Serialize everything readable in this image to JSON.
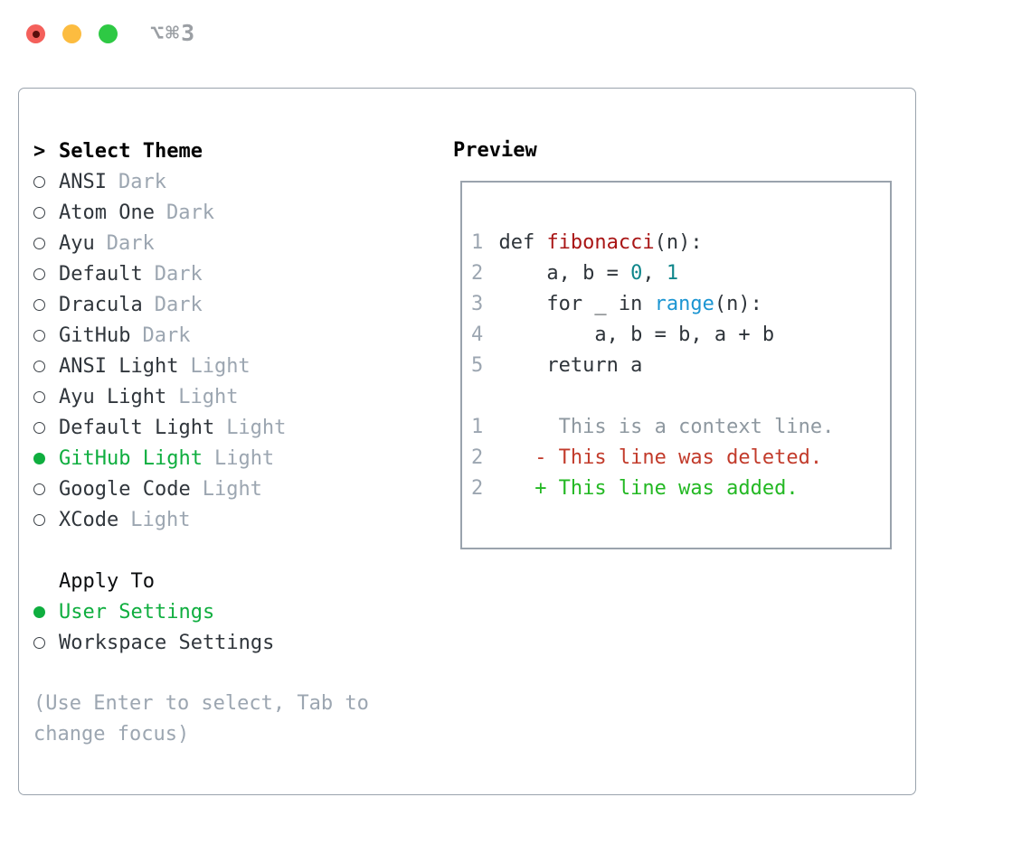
{
  "window": {
    "title": "⌥⌘3"
  },
  "colors": {
    "accent_green": "#0fae3f",
    "code_default": "#2e343a",
    "function_red": "#a91616",
    "number_teal": "#0f868b",
    "builtin_blue": "#1b95d2",
    "context_gray": "#8e98a0",
    "deleted_red": "#c23b2b",
    "added_green": "#23b823",
    "muted_gray": "#9ca6b1",
    "item_dark": "#30363c",
    "border_gray": "#9aa3ad",
    "title_gray": "#9b9fa4",
    "dot_red": "#f4605b",
    "dot_yellow": "#fcbc40",
    "dot_green": "#2ec944"
  },
  "theme_picker": {
    "header_prefix": ">",
    "header": "Select Theme",
    "items": [
      {
        "name": "ANSI",
        "variant": "Dark",
        "selected": false
      },
      {
        "name": "Atom One",
        "variant": "Dark",
        "selected": false
      },
      {
        "name": "Ayu",
        "variant": "Dark",
        "selected": false
      },
      {
        "name": "Default",
        "variant": "Dark",
        "selected": false
      },
      {
        "name": "Dracula",
        "variant": "Dark",
        "selected": false
      },
      {
        "name": "GitHub",
        "variant": "Dark",
        "selected": false
      },
      {
        "name": "ANSI Light",
        "variant": "Light",
        "selected": false
      },
      {
        "name": "Ayu Light",
        "variant": "Light",
        "selected": false
      },
      {
        "name": "Default Light",
        "variant": "Light",
        "selected": false
      },
      {
        "name": "GitHub Light",
        "variant": "Light",
        "selected": true
      },
      {
        "name": "Google Code",
        "variant": "Light",
        "selected": false
      },
      {
        "name": "XCode",
        "variant": "Light",
        "selected": false
      }
    ],
    "apply_header": "Apply To",
    "apply_items": [
      {
        "name": "User Settings",
        "selected": true
      },
      {
        "name": "Workspace Settings",
        "selected": false
      }
    ],
    "hint": "(Use Enter to select, Tab to change focus)"
  },
  "preview": {
    "header": "Preview",
    "code_lines": [
      {
        "num": "1",
        "tokens": [
          {
            "t": "def ",
            "c": "code"
          },
          {
            "t": "fibonacci",
            "c": "func"
          },
          {
            "t": "(n):",
            "c": "code"
          }
        ]
      },
      {
        "num": "2",
        "tokens": [
          {
            "t": "    a, b = ",
            "c": "code"
          },
          {
            "t": "0",
            "c": "num"
          },
          {
            "t": ", ",
            "c": "code"
          },
          {
            "t": "1",
            "c": "num"
          }
        ]
      },
      {
        "num": "3",
        "tokens": [
          {
            "t": "    for _ in ",
            "c": "code"
          },
          {
            "t": "range",
            "c": "builtin"
          },
          {
            "t": "(n):",
            "c": "code"
          }
        ]
      },
      {
        "num": "4",
        "tokens": [
          {
            "t": "        a, b = b, a + b",
            "c": "code"
          }
        ]
      },
      {
        "num": "5",
        "tokens": [
          {
            "t": "    return a",
            "c": "code"
          }
        ]
      }
    ],
    "diff_lines": [
      {
        "num": "1",
        "tokens": [
          {
            "t": "     This is a context line.",
            "c": "context"
          }
        ]
      },
      {
        "num": "2",
        "tokens": [
          {
            "t": "   - This line was deleted.",
            "c": "deleted"
          }
        ]
      },
      {
        "num": "2",
        "tokens": [
          {
            "t": "   + This line was added.",
            "c": "added"
          }
        ]
      }
    ]
  }
}
